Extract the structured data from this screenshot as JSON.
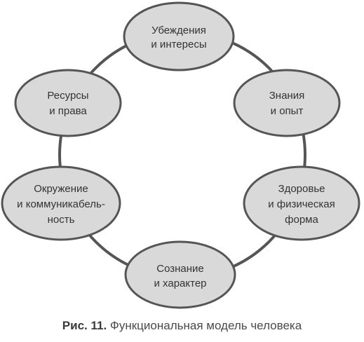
{
  "diagram": {
    "type": "cycle",
    "nodes": [
      {
        "id": "beliefs",
        "lines": [
          "Убеждения",
          "и интересы"
        ]
      },
      {
        "id": "knowledge",
        "lines": [
          "Знания",
          "и опыт"
        ]
      },
      {
        "id": "health",
        "lines": [
          "Здоровье",
          "и физическая",
          "форма"
        ]
      },
      {
        "id": "consciousness",
        "lines": [
          "Сознание",
          "и характер"
        ]
      },
      {
        "id": "environment",
        "lines": [
          "Окружение",
          "и коммуникабель-",
          "ность"
        ]
      },
      {
        "id": "resources",
        "lines": [
          "Ресурсы",
          "и права"
        ]
      }
    ],
    "colors": {
      "node_fill": "#d9d9d9",
      "node_stroke": "#555555",
      "ring": "#555555",
      "text": "#333333"
    }
  },
  "caption": {
    "label": "Рис. 11.",
    "text": "Функциональная модель человека"
  }
}
